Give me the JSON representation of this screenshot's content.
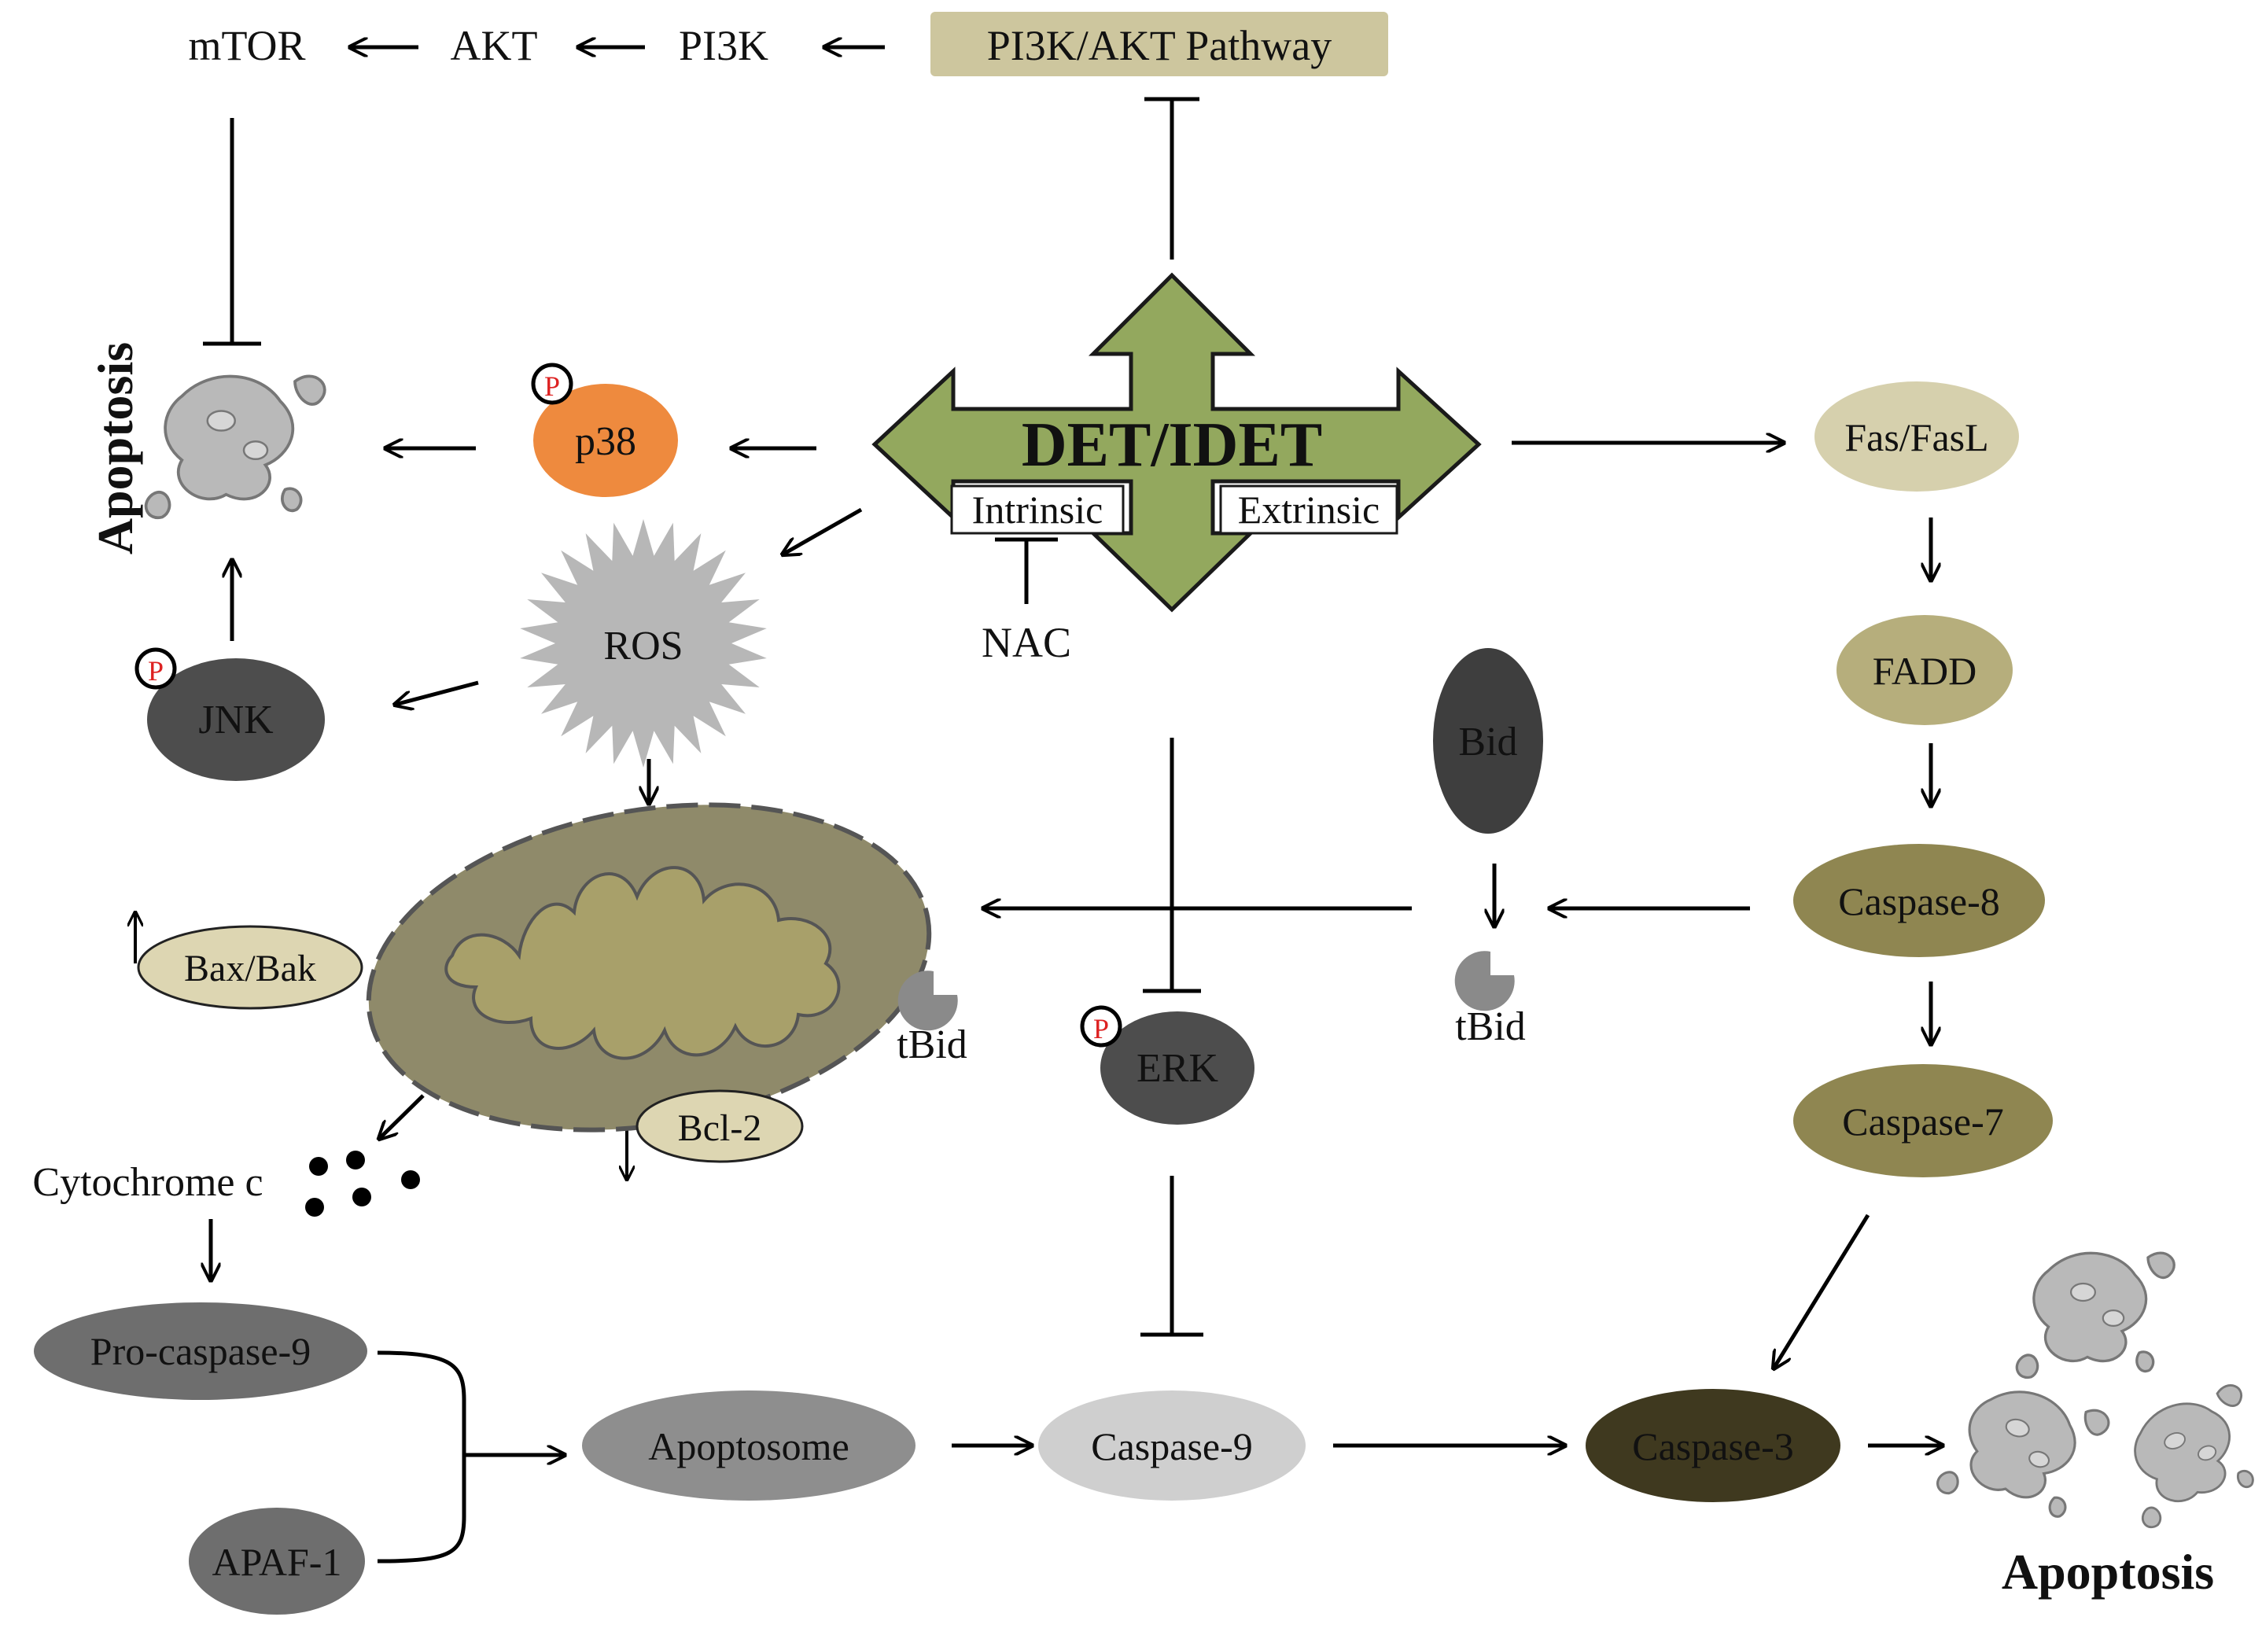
{
  "nodes": {
    "pathway": "PI3K/AKT Pathway",
    "pi3k": "PI3K",
    "akt": "AKT",
    "mtor": "mTOR",
    "center": "DET/IDET",
    "intrinsic": "Intrinsic",
    "extrinsic": "Extrinsic",
    "nac": "NAC",
    "p38": "p38",
    "ros": "ROS",
    "jnk": "JNK",
    "apoptosis_left": "Apoptosis",
    "fas": "Fas/FasL",
    "fadd": "FADD",
    "casp8": "Caspase-8",
    "casp7": "Caspase-7",
    "bid": "Bid",
    "tbid_right": "tBid",
    "tbid_left": "tBid",
    "baxbak": "Bax/Bak",
    "bcl2": "Bcl-2",
    "erk": "ERK",
    "cytc": "Cytochrome c",
    "procasp9": "Pro-caspase-9",
    "apaf1": "APAF-1",
    "apoptosome": "Apoptosome",
    "casp9": "Caspase-9",
    "casp3": "Caspase-3",
    "apoptosis_right": "Apoptosis",
    "phospho": "P"
  },
  "colors": {
    "green_arrow": "#93a85e",
    "pathway_box": "#cdc69e",
    "p38": "#ee8a3e",
    "ros": "#b7b7b7",
    "jnk": "#4d4d4d",
    "erk": "#4d4d4d",
    "bid": "#3e3e3e",
    "fas": "#d6d0ad",
    "fadd": "#b6ae7c",
    "casp8": "#8f8651",
    "casp7": "#8f8651",
    "casp3": "#3f391f",
    "baxbak": "#ddd6b2",
    "bcl2": "#ddd6b2",
    "mito_outer": "#8f8a6a",
    "mito_inner": "#a8a06a",
    "procasp9": "#6e6e6e",
    "apaf1": "#6e6e6e",
    "apoptosome": "#8e8e8e",
    "casp9": "#cfcfcf",
    "cell_fragment": "#b9b9b9"
  }
}
